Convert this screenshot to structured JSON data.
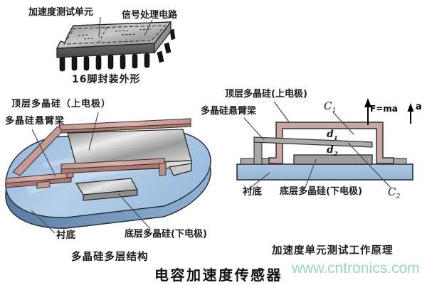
{
  "title": "电容加速度传感器",
  "watermark": "www.cntronics.com",
  "colors": {
    "accent_pink": "#c9a7a3",
    "accent_blue": "#a9c6e4",
    "metal_gray": "#a8a8a8",
    "watermark_green": "#98dab6",
    "text": "#1b1b1b"
  },
  "chip": {
    "label_accel_unit": "加速度测试单元",
    "label_signal_circuit": "信号处理电路",
    "caption": "16脚封装外形"
  },
  "structure_3d": {
    "label_top_layer": "顶层多晶硅（上电极）",
    "label_cantilever": "多晶硅悬臂梁",
    "label_substrate": "衬底",
    "label_bottom_layer": "底层多晶硅(下电极)",
    "caption": "多晶硅多层结构"
  },
  "cross_section": {
    "label_top_layer": "顶层多晶硅(上电极)",
    "label_cantilever": "多晶硅悬臂梁",
    "label_substrate": "衬底",
    "label_bottom_layer": "底层多晶硅(下电极)",
    "caption": "加速度单元测试工作原理",
    "c1": {
      "base": "C",
      "sub": "1"
    },
    "c2": {
      "base": "C",
      "sub": "2"
    },
    "d1": {
      "base": "d",
      "sub": "1"
    },
    "d2": {
      "base": "d",
      "sub": "2"
    },
    "force_label": "F=ma",
    "accel_label": "a"
  }
}
